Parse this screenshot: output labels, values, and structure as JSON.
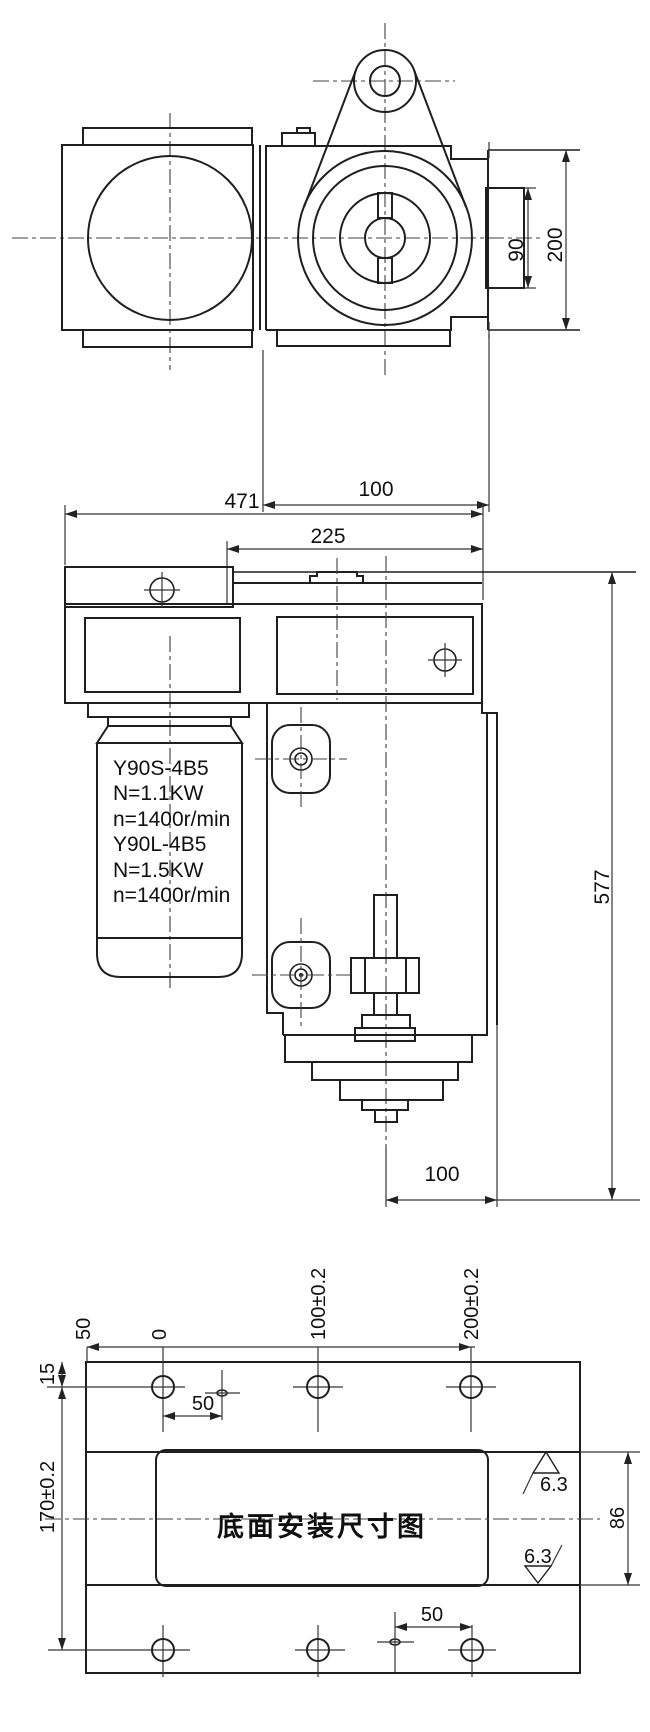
{
  "top_view": {
    "dim_flange_height": "90",
    "dim_overall_height": "200",
    "dim_center_to_face": "100"
  },
  "front_view": {
    "dim_overall_width": "471",
    "dim_right_width": "225",
    "dim_overall_height": "577",
    "dim_shaft_to_face": "100",
    "motor_spec": [
      "Y90S-4B5",
      "N=1.1KW",
      "n=1400r/min",
      "Y90L-4B5",
      "N=1.5KW",
      "n=1400r/min"
    ]
  },
  "bottom_view": {
    "title": "底面安装尺寸图",
    "ordinate_labels": [
      "50",
      "0",
      "100±0.2",
      "200±0.2"
    ],
    "dim_edge_offset": "15",
    "dim_hole_pitch_top": "50",
    "dim_row_spacing": "170±0.2",
    "dim_slot_height": "86",
    "roughness_top": "6.3",
    "roughness_bottom": "6.3",
    "dim_hole_pitch_bottom": "50"
  }
}
